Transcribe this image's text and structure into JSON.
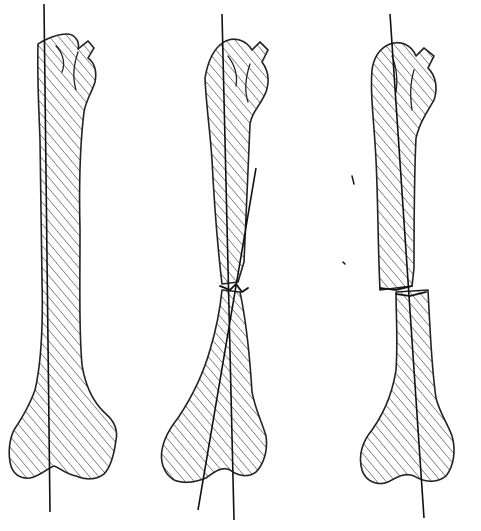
{
  "figure": {
    "panels": [
      {
        "id": "normal-bone",
        "state": "intact"
      },
      {
        "id": "angulated-fracture",
        "state": "fractured with angulation"
      },
      {
        "id": "displaced-fracture",
        "state": "fractured with displacement"
      }
    ],
    "colors": {
      "ink": "#111111",
      "background": "#ffffff"
    },
    "icons": [
      "bone-icon",
      "axis-line-icon",
      "fracture-line-icon"
    ]
  }
}
